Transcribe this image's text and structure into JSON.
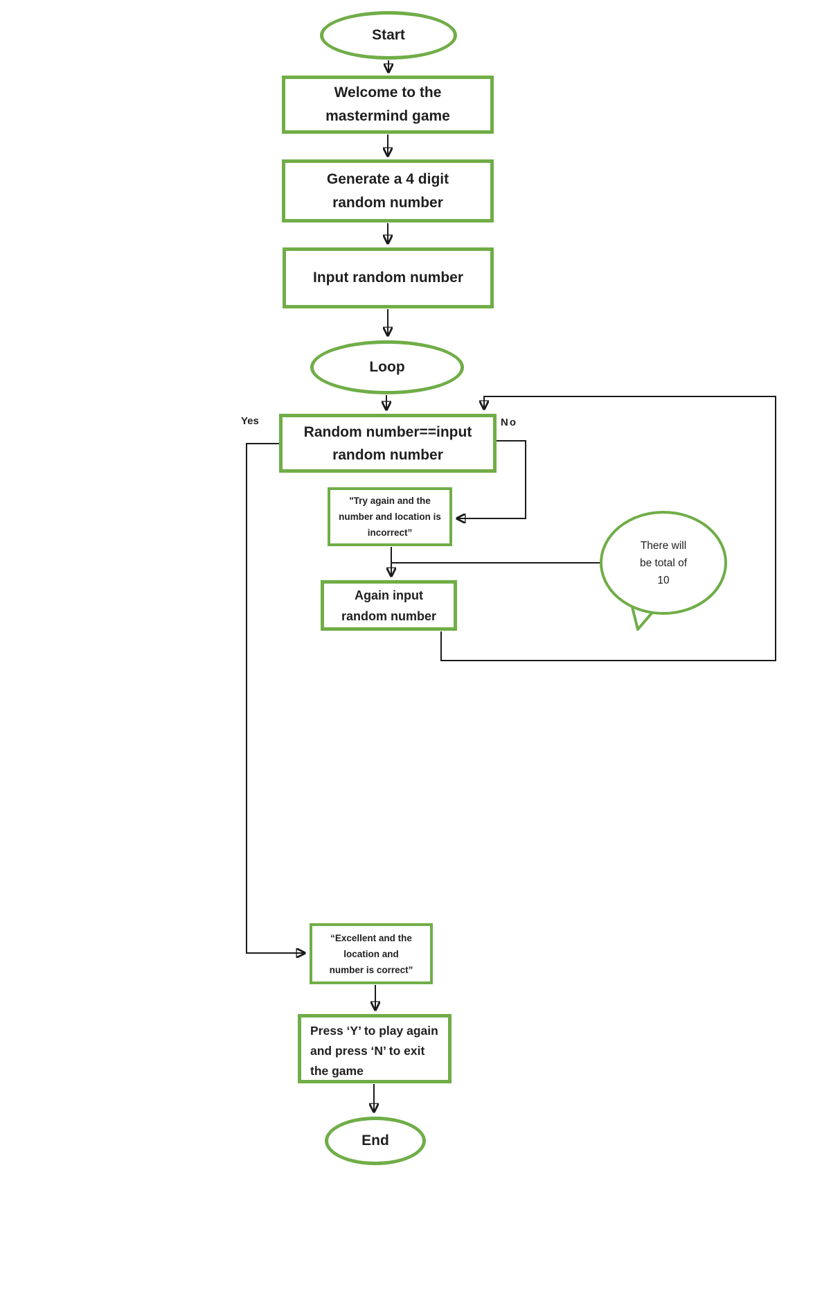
{
  "colors": {
    "shape_border": "#70ad47",
    "connector": "#1a1a1a",
    "text": "#1f1f1f"
  },
  "nodes": {
    "start": {
      "label": "Start"
    },
    "welcome": {
      "lines": [
        "Welcome to the",
        "mastermind game"
      ]
    },
    "generate": {
      "lines": [
        "Generate a 4 digit",
        "random number"
      ]
    },
    "input": {
      "label": "Input random number"
    },
    "loop": {
      "label": "Loop"
    },
    "decision": {
      "lines": [
        "Random number==input",
        "random number"
      ]
    },
    "try_again": {
      "lines": [
        "\"Try again and the",
        "number and location is",
        "incorrect”"
      ]
    },
    "again_input": {
      "lines": [
        "Again input",
        "random number"
      ]
    },
    "callout": {
      "lines": [
        "There will",
        "be total of",
        "10"
      ]
    },
    "excellent": {
      "lines": [
        "“Excellent and the",
        "location and",
        "number is correct”"
      ]
    },
    "press": {
      "lines": [
        "Press ‘Y’ to play again",
        "and press ‘N’ to exit",
        "the game"
      ]
    },
    "end": {
      "label": "End"
    }
  },
  "edge_labels": {
    "yes": "Yes",
    "no": "No"
  }
}
